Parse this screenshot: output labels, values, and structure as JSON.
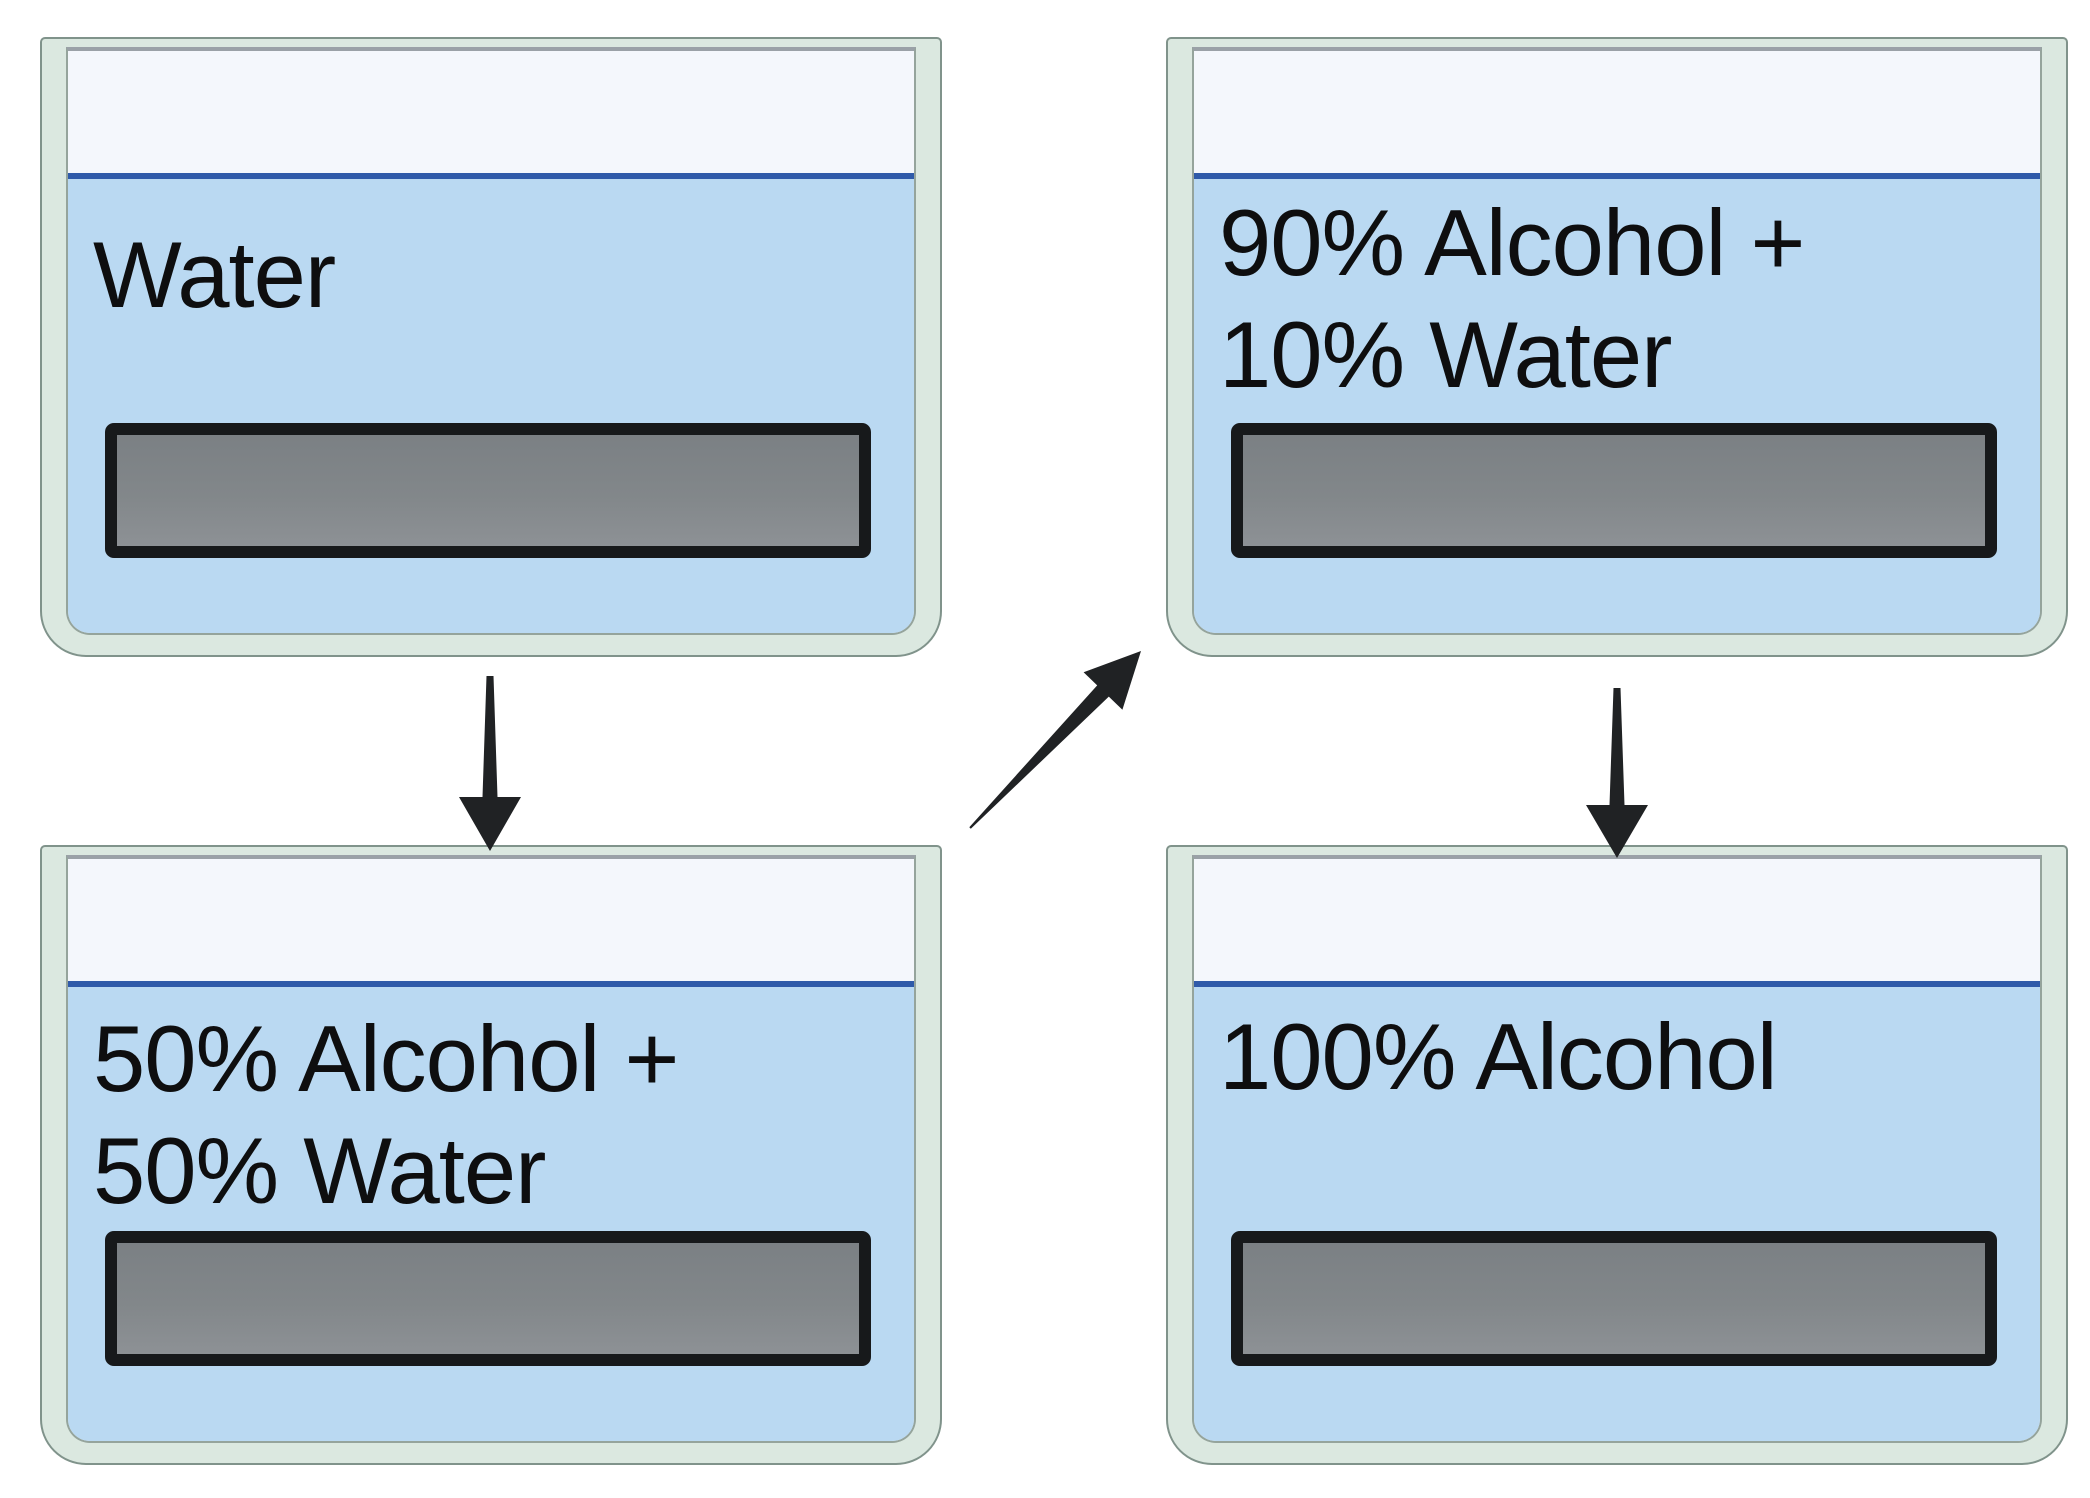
{
  "diagram": {
    "description": "Graded alcohol dehydration series: specimen slab moved through baths of increasing alcohol concentration",
    "trays": {
      "water": {
        "line1": "Water",
        "line2": ""
      },
      "mix50": {
        "line1": "50% Alcohol +",
        "line2": "50% Water"
      },
      "mix90": {
        "line1": "90% Alcohol +",
        "line2": "10% Water"
      },
      "pure100": {
        "line1": "100% Alcohol",
        "line2": ""
      }
    },
    "arrows": [
      {
        "name": "arrow-water-to-50",
        "from": "Water",
        "to": "50% Alcohol + 50% Water",
        "direction": "down"
      },
      {
        "name": "arrow-50-to-90",
        "from": "50% Alcohol + 50% Water",
        "to": "90% Alcohol + 10% Water",
        "direction": "up-right"
      },
      {
        "name": "arrow-90-to-100",
        "from": "90% Alcohol + 10% Water",
        "to": "100% Alcohol",
        "direction": "down"
      }
    ],
    "colors": {
      "tray_wall": "#dbe8e0",
      "tray_wall_edge": "#80938b",
      "air_gap": "#f4f7fc",
      "liquid": "#bad9f2",
      "liquid_surface_line": "#2f5aa9",
      "slab_fill": "#82878a",
      "slab_border": "#17191b",
      "arrow": "#202224",
      "label_text": "#0e0e0f"
    }
  }
}
